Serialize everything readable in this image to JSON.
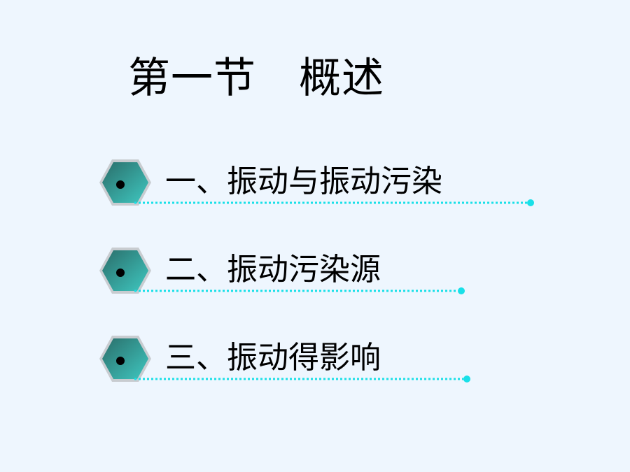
{
  "slide": {
    "title": "第一节　概述",
    "items": [
      {
        "label": "一、振动与振动污染"
      },
      {
        "label": "二、振动污染源"
      },
      {
        "label": "三、振动得影响"
      }
    ]
  },
  "colors": {
    "background": "#eef6fe",
    "hex_fill_dark": "#2a6e6a",
    "hex_fill_light": "#3fc7c0",
    "hex_border": "#c8ccd0",
    "dotted_line": "#19e0e8"
  },
  "icons": [
    "bullet-hexagon-icon",
    "dotted-underline"
  ]
}
